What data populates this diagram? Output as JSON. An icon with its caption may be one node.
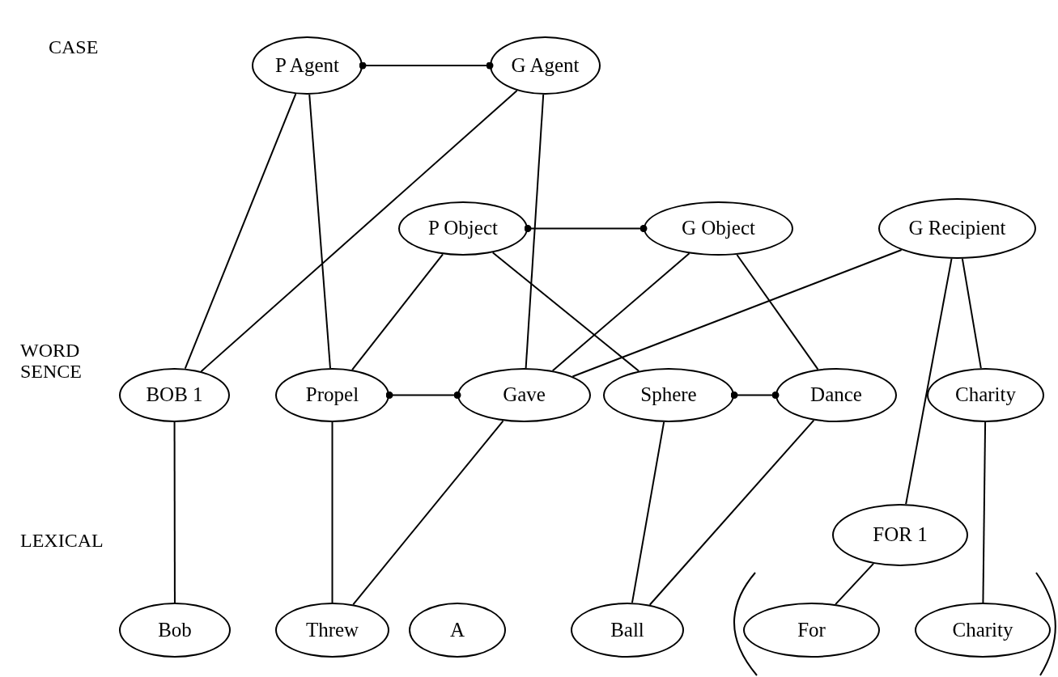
{
  "diagram": {
    "nodes": [
      {
        "text": [
          "P Agent"
        ]
      },
      {
        "text": [
          "G Agent"
        ]
      },
      {
        "text": [
          "P Object"
        ]
      },
      {
        "text": [
          "G Object"
        ]
      },
      {
        "text": [
          "G Recipient"
        ]
      },
      {
        "text": [
          "BOB 1"
        ]
      },
      {
        "text": [
          "Propel"
        ]
      },
      {
        "text": [
          "Gave"
        ]
      },
      {
        "text": [
          "Sphere"
        ]
      },
      {
        "text": [
          "Dance"
        ]
      },
      {
        "text": [
          "Charity"
        ]
      },
      {
        "text": [
          "FOR 1"
        ]
      },
      {
        "text": [
          "Bob"
        ]
      },
      {
        "text": [
          "Threw"
        ]
      },
      {
        "text": [
          "A"
        ]
      },
      {
        "text": [
          "Ball"
        ]
      },
      {
        "text": [
          "For"
        ]
      },
      {
        "text": [
          "Charity"
        ]
      }
    ],
    "edges": [
      {
        "from": 0,
        "to": 1,
        "arrow": "other"
      },
      {
        "from": 0,
        "to": 5,
        "arrow": "none"
      },
      {
        "from": 0,
        "to": 6,
        "arrow": "none"
      },
      {
        "from": 1,
        "to": 5,
        "arrow": "none"
      },
      {
        "from": 1,
        "to": 7,
        "arrow": "none"
      },
      {
        "from": 2,
        "to": 3,
        "arrow": "other"
      },
      {
        "from": 2,
        "to": 6,
        "arrow": "none"
      },
      {
        "from": 2,
        "to": 8,
        "arrow": "none"
      },
      {
        "from": 3,
        "to": 7,
        "arrow": "none"
      },
      {
        "from": 3,
        "to": 9,
        "arrow": "none"
      },
      {
        "from": 4,
        "to": 7,
        "arrow": "none"
      },
      {
        "from": 4,
        "to": 11,
        "arrow": "none"
      },
      {
        "from": 4,
        "to": 10,
        "arrow": "none"
      },
      {
        "from": 6,
        "to": 7,
        "arrow": "other"
      },
      {
        "from": 8,
        "to": 9,
        "arrow": "other"
      },
      {
        "from": 5,
        "to": 12,
        "arrow": "none"
      },
      {
        "from": 6,
        "to": 13,
        "arrow": "none"
      },
      {
        "from": 7,
        "to": 13,
        "arrow": "none"
      },
      {
        "from": 8,
        "to": 15,
        "arrow": "none"
      },
      {
        "from": 9,
        "to": 15,
        "arrow": "none"
      },
      {
        "from": 10,
        "to": 17,
        "arrow": "none"
      },
      {
        "from": 11,
        "to": 16,
        "arrow": "none"
      }
    ],
    "labels": [
      "CASE",
      "WORD SENCE",
      "LEXICAL"
    ]
  }
}
